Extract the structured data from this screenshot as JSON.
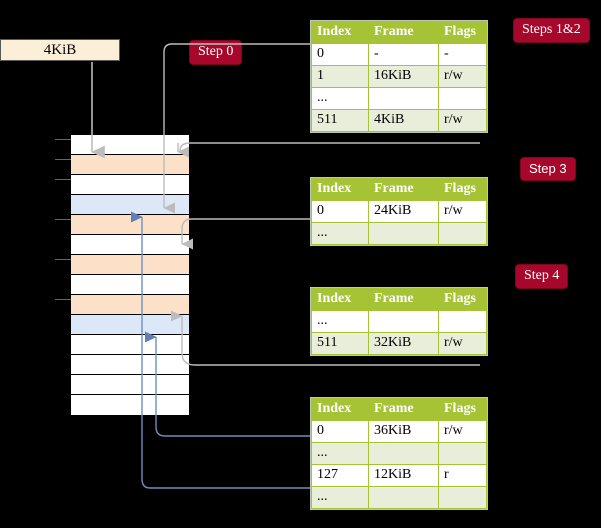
{
  "diagram": {
    "title_present": false,
    "colors": {
      "background": "#000000",
      "badge_bg": "#A8072C",
      "badge_text": "#FFFFFF",
      "table_header_bg": "#A6C336",
      "table_header_text": "#FFFFFF",
      "table_alt_row": "#E9EEDA",
      "highlight_cell": "#F6F6A5",
      "page_box_bg": "#FBEFD8",
      "mem_row_orange": "#FCE0C8",
      "mem_row_blue": "#DCE7F7",
      "arrow_gray": "#B9B9B9",
      "arrow_blue": "#6E8FC0"
    }
  },
  "page_box": {
    "label": "4KiB"
  },
  "badges": {
    "step0": "Step 0",
    "steps12": "Steps 1&2",
    "step3": "Step 3",
    "step4": "Step 4"
  },
  "tables": [
    {
      "id": "level4-table",
      "columns": [
        "Index",
        "Frame",
        "Flags"
      ],
      "rows": [
        {
          "index": "0",
          "frame": "-",
          "flags": "-",
          "alt": false,
          "highlight": false
        },
        {
          "index": "1",
          "frame": "16KiB",
          "flags": "r/w",
          "alt": true,
          "highlight": false
        },
        {
          "index": "...",
          "frame": "",
          "flags": "",
          "alt": false,
          "highlight": false
        },
        {
          "index": "511",
          "frame": "4KiB",
          "flags": "r/w",
          "alt": true,
          "highlight": true
        }
      ]
    },
    {
      "id": "level3-table",
      "columns": [
        "Index",
        "Frame",
        "Flags"
      ],
      "rows": [
        {
          "index": "0",
          "frame": "24KiB",
          "flags": "r/w",
          "alt": false,
          "highlight": false
        },
        {
          "index": "...",
          "frame": "",
          "flags": "",
          "alt": true,
          "highlight": false
        }
      ]
    },
    {
      "id": "level2-table",
      "columns": [
        "Index",
        "Frame",
        "Flags"
      ],
      "rows": [
        {
          "index": "...",
          "frame": "",
          "flags": "",
          "alt": false,
          "highlight": false
        },
        {
          "index": "511",
          "frame": "32KiB",
          "flags": "r/w",
          "alt": true,
          "highlight": false
        }
      ]
    },
    {
      "id": "level1-table",
      "columns": [
        "Index",
        "Frame",
        "Flags"
      ],
      "rows": [
        {
          "index": "0",
          "frame": "36KiB",
          "flags": "r/w",
          "alt": false,
          "highlight": false
        },
        {
          "index": "...",
          "frame": "",
          "flags": "",
          "alt": true,
          "highlight": false
        },
        {
          "index": "127",
          "frame": "12KiB",
          "flags": "r",
          "alt": false,
          "highlight": false
        },
        {
          "index": "...",
          "frame": "",
          "flags": "",
          "alt": true,
          "highlight": false
        }
      ]
    }
  ],
  "memory_column": {
    "rows": [
      {
        "fill": "white"
      },
      {
        "fill": "orange"
      },
      {
        "fill": "white"
      },
      {
        "fill": "blue"
      },
      {
        "fill": "orange"
      },
      {
        "fill": "white"
      },
      {
        "fill": "orange"
      },
      {
        "fill": "white"
      },
      {
        "fill": "orange"
      },
      {
        "fill": "blue"
      },
      {
        "fill": "white"
      },
      {
        "fill": "white"
      },
      {
        "fill": "white"
      },
      {
        "fill": "white"
      }
    ]
  }
}
